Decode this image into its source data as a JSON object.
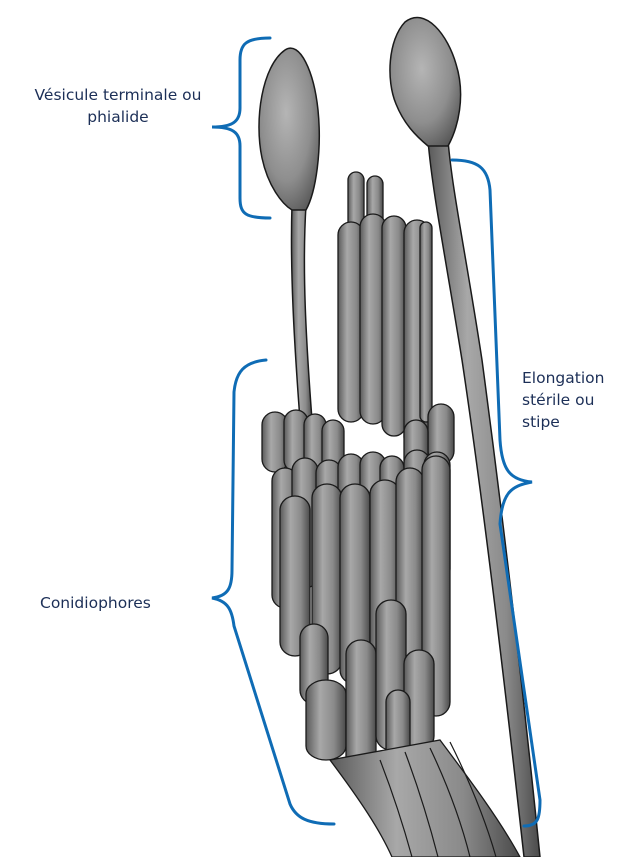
{
  "diagram": {
    "labels": {
      "vesicule": {
        "line1": "Vésicule terminale ou",
        "line2": "phialide"
      },
      "elongation": {
        "line1": "Elongation",
        "line2": "stérile ou",
        "line3": "stipe"
      },
      "conidiophores": {
        "line1": "Conidiophores"
      }
    },
    "colors": {
      "bracket": "#0f6cb5",
      "label_text": "#1c2f57",
      "structure_fill": "#8c8c8c",
      "structure_stroke": "#1a1a1a",
      "background": "#ffffff"
    }
  }
}
